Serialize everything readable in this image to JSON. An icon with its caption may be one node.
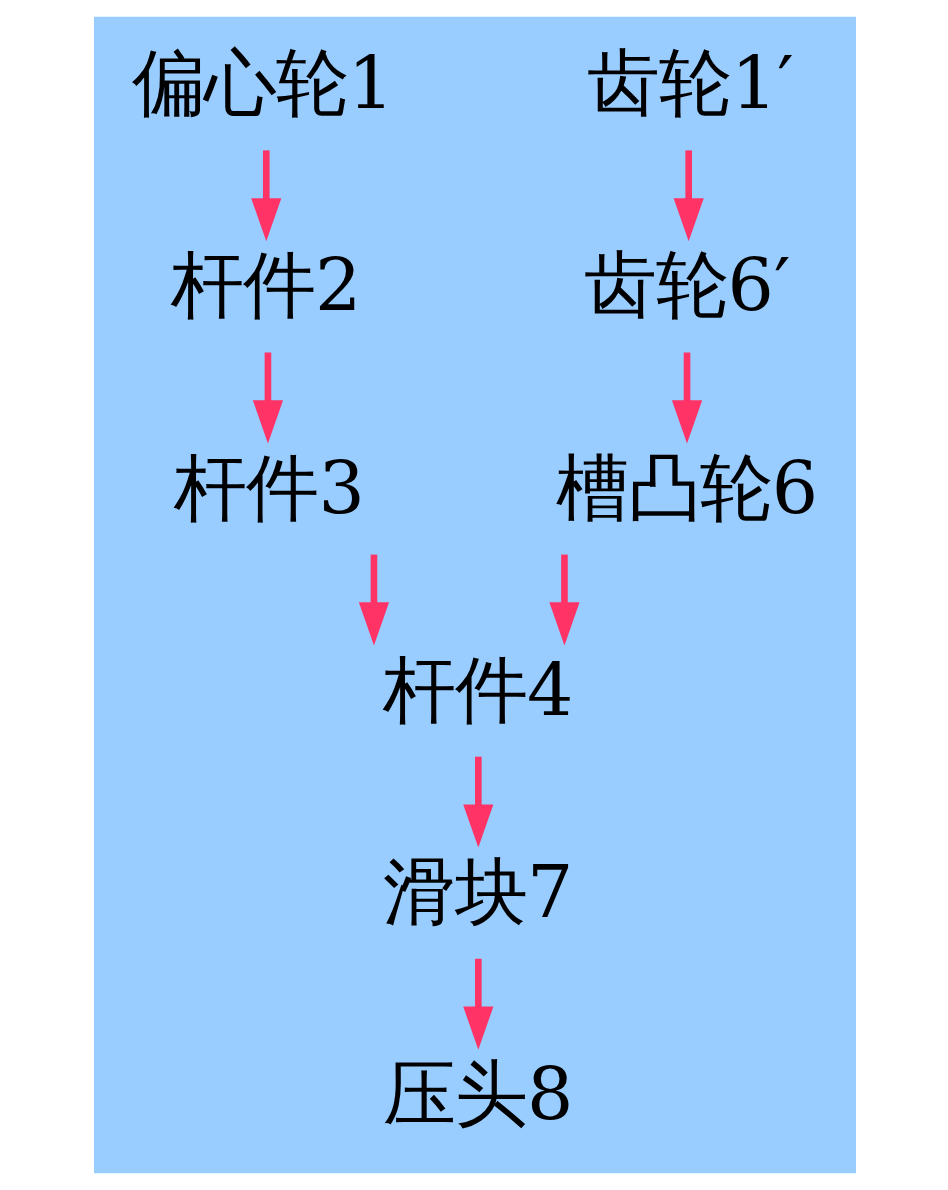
{
  "diagram": {
    "nodes": [
      {
        "text": [
          "偏心轮1"
        ]
      },
      {
        "text": [
          "齿轮1′"
        ]
      },
      {
        "text": [
          "杆件2"
        ]
      },
      {
        "text": [
          "齿轮6′"
        ]
      },
      {
        "text": [
          "杆件3"
        ]
      },
      {
        "text": [
          "槽凸轮6"
        ]
      },
      {
        "text": [
          "杆件4"
        ]
      },
      {
        "text": [
          "滑块7"
        ]
      },
      {
        "text": [
          "压头8"
        ]
      }
    ],
    "edges": [
      {
        "from": 0,
        "to": 2,
        "arrow": "to"
      },
      {
        "from": 2,
        "to": 4,
        "arrow": "to"
      },
      {
        "from": 1,
        "to": 3,
        "arrow": "to"
      },
      {
        "from": 3,
        "to": 5,
        "arrow": "to"
      },
      {
        "from": 4,
        "to": 6,
        "arrow": "to"
      },
      {
        "from": 5,
        "to": 6,
        "arrow": "to"
      },
      {
        "from": 6,
        "to": 7,
        "arrow": "to"
      },
      {
        "from": 7,
        "to": 8,
        "arrow": "to"
      }
    ]
  }
}
